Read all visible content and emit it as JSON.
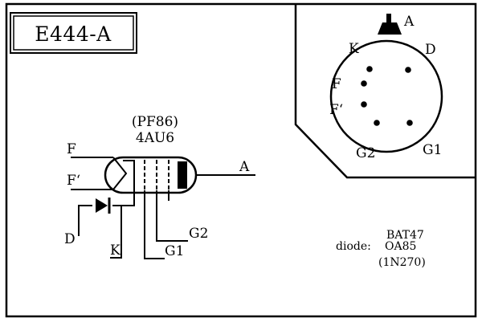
{
  "title": "E444-A",
  "tube": {
    "type_alt": "(PF86)",
    "type": "4AU6"
  },
  "schematic_labels": {
    "heater_1": "F",
    "heater_2": "F‘",
    "anode": "A",
    "diode": "D",
    "cathode": "K",
    "grid_1": "G1",
    "grid_2": "G2"
  },
  "socket_labels": {
    "anode": "A",
    "cathode": "K",
    "diode": "D",
    "heater_1": "F",
    "heater_2": "F‘",
    "grid_2": "G2",
    "grid_1": "G1"
  },
  "diode_note": {
    "label": "diode:",
    "options": [
      "BAT47",
      "OA85",
      "(1N270)"
    ]
  }
}
